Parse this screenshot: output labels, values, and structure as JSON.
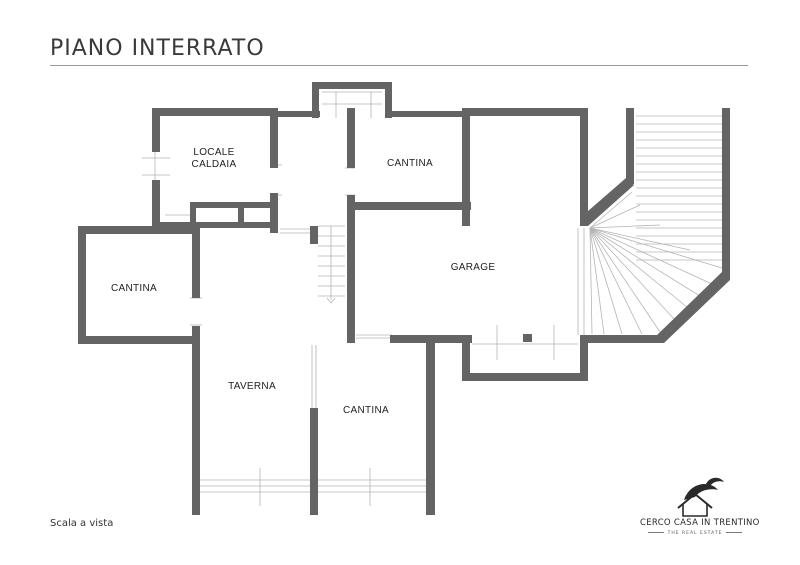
{
  "header": {
    "title": "PIANO INTERRATO"
  },
  "rooms": {
    "locale_caldaia_line1": "LOCALE",
    "locale_caldaia_line2": "CALDAIA",
    "cantina_top": "CANTINA",
    "cantina_left": "CANTINA",
    "garage": "GARAGE",
    "taverna": "TAVERNA",
    "cantina_bottom": "CANTINA"
  },
  "footer": {
    "scale_note": "Scala a vista"
  },
  "brand": {
    "name": "CERCO CASA IN TRENTINO",
    "tagline": "THE REAL ESTATE"
  },
  "colors": {
    "wall": "#646464",
    "thin_line": "#b4b4b4",
    "text": "#222222"
  }
}
